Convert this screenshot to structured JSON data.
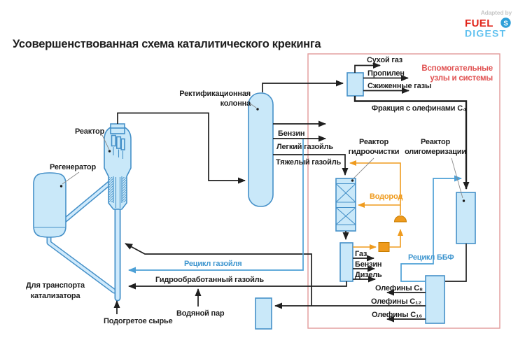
{
  "title": "Усовершенствованная схема каталитического крекинга",
  "logo": {
    "adapted_by": "Adapted by",
    "fuel": "FUEL",
    "s": "S",
    "digest": "DIGEST"
  },
  "aux_box": {
    "label_line1": "Вспомогательные",
    "label_line2": "узлы и системы"
  },
  "equipment": {
    "reactor": "Реактор",
    "regenerator": "Регенератор",
    "column_line1": "Ректификационная",
    "column_line2": "колонна",
    "hydrotreater_line1": "Реактор",
    "hydrotreater_line2": "гидроочистки",
    "oligomerization_line1": "Реактор",
    "oligomerization_line2": "олигомеризации"
  },
  "streams": {
    "dry_gas": "Сухой газ",
    "propylene": "Пропилен",
    "liquefied_gases": "Сжиженные газы",
    "c4_olefin_fraction": "Фракция с олефинами C₄",
    "gasoline": "Бензин",
    "light_gasoil": "Легкий газойль",
    "heavy_gasoil": "Тяжелый газойль",
    "hydrogen": "Водород",
    "gas": "Газ",
    "gasoline_ht": "Бензин",
    "diesel": "Дизель",
    "gasoil_recycle": "Рецикл газойля",
    "bbf_recycle": "Рецикл ББФ",
    "hydrotreated_gasoil": "Гидрообработанный газойль",
    "olefins_c8": "Олефины C₈",
    "olefins_c12": "Олефины C₁₂",
    "olefins_c16": "Олефины C₁₆",
    "steam": "Водяной пар",
    "preheated_feed": "Подогретое сырье",
    "catalyst_transport_line1": "Для транспорта",
    "catalyst_transport_line2": "катализатора"
  },
  "colors": {
    "vessel_fill": "#c9e8f9",
    "vessel_stroke": "#4590c8",
    "line_black": "#1f1f1f",
    "line_blue": "#4da0d6",
    "line_orange": "#ef9b1e",
    "aux_border": "#e29a9a",
    "aux_text": "#e05050",
    "logo_fuel": "#e1251b",
    "logo_digest": "#5ec0ef",
    "logo_circle": "#2e9fd8"
  }
}
